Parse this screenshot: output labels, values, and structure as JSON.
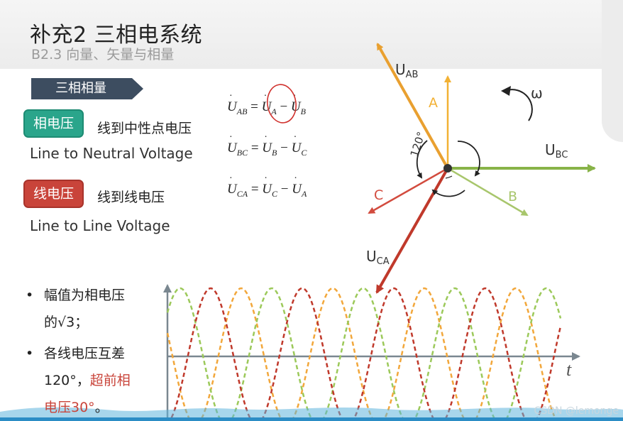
{
  "header": {
    "title": "补充2 三相电系统",
    "subtitle": "B2.3 向量、矢量与相量"
  },
  "section_tag": "三相相量",
  "phase_voltage": {
    "badge": "相电压",
    "cn": "线到中性点电压",
    "en": "Line to Neutral Voltage"
  },
  "line_voltage": {
    "badge": "线电压",
    "cn": "线到线电压",
    "en": "Line to Line Voltage"
  },
  "formulas": [
    {
      "lhs": "U",
      "lhs_sub": "AB",
      "a": "U",
      "a_sub": "A",
      "b": "U",
      "b_sub": "B"
    },
    {
      "lhs": "U",
      "lhs_sub": "BC",
      "a": "U",
      "a_sub": "B",
      "b": "U",
      "b_sub": "C"
    },
    {
      "lhs": "U",
      "lhs_sub": "CA",
      "a": "U",
      "a_sub": "C",
      "b": "U",
      "b_sub": "A"
    }
  ],
  "phasor": {
    "labels": {
      "A": "A",
      "B": "B",
      "C": "C",
      "UAB": "U",
      "UAB_sub": "AB",
      "UBC": "U",
      "UBC_sub": "BC",
      "UCA": "U",
      "UCA_sub": "CA",
      "omega": "ω",
      "angle": "120°"
    },
    "colors": {
      "A": "#f2b134",
      "B": "#a8c66c",
      "C": "#d24b3e",
      "UAB": "#e9a030",
      "UBC": "#88b348",
      "UCA": "#c0392b"
    }
  },
  "bullets": {
    "b1_line1": "幅值为相电压",
    "b1_line2": "的√3；",
    "b2_line1": "各线电压互差",
    "b2_line2_plain": "120°，",
    "b2_line2_hl": "超前相",
    "b2_line3_hl": "电压30°",
    "b2_line3_tail": "。"
  },
  "axis": {
    "t_label": "t"
  },
  "watermark": "CSDN @lemonge"
}
